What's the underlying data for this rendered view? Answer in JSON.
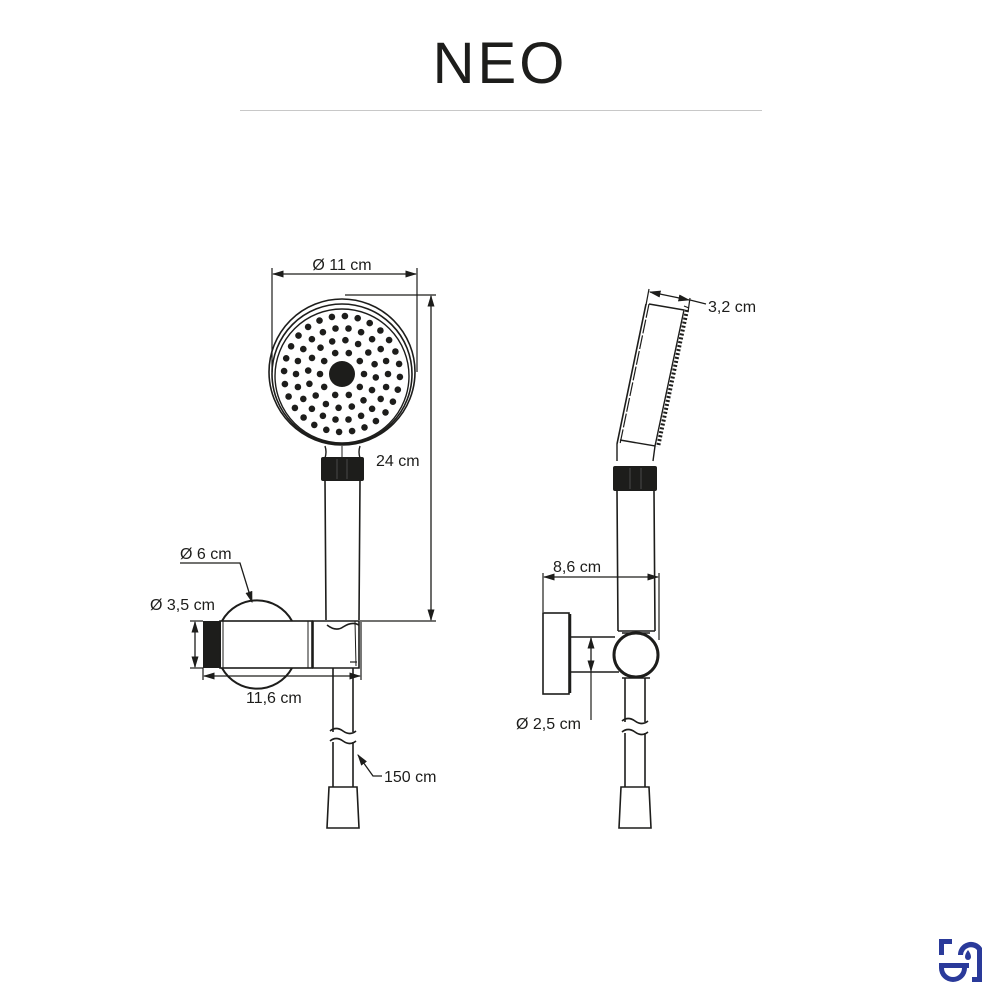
{
  "header": {
    "title": "NEO"
  },
  "front_view": {
    "head_diameter": "Ø 11 cm",
    "total_height": "24 cm",
    "bracket_diameter": "Ø 6 cm",
    "connector_diameter": "Ø 3,5 cm",
    "bracket_width": "11,6 cm",
    "hose_length": "150 cm"
  },
  "side_view": {
    "head_depth": "3,2 cm",
    "projection": "8,6 cm",
    "arm_diameter": "Ø 2,5 cm"
  },
  "colors": {
    "line": "#1d1d1b",
    "divider": "#c8c8c8",
    "logo": "#2a3a9a"
  },
  "logo": {
    "icon": "brand-logo-icon"
  }
}
